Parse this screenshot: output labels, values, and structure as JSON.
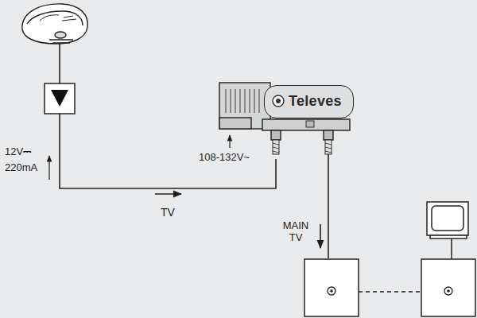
{
  "diagram": {
    "nodes": [
      {
        "text": [
          "Televes"
        ]
      }
    ],
    "labels": [
      "12V⎓",
      "220mA",
      "TV",
      "108-132V~",
      "MAIN TV"
    ]
  }
}
